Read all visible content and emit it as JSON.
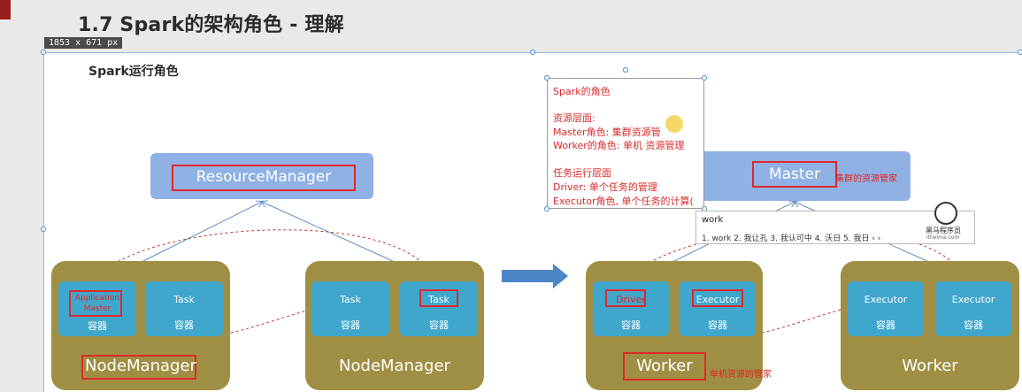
{
  "slide_title": "1.7 Spark的架构角色 - 理解",
  "dimension_tag": "1853 x 671  px",
  "section_heading": "Spark运行角色",
  "left": {
    "resource_manager": "ResourceManager",
    "node1": {
      "app_master_l1": "Application",
      "app_master_l2": "Master",
      "app_master_container": "容器",
      "task_label": "Task",
      "task_container": "容器",
      "name": "NodeManager"
    },
    "node2": {
      "task1_label": "Task",
      "task1_container": "容器",
      "task2_label": "Task",
      "task2_container": "容器",
      "name": "NodeManager"
    }
  },
  "right": {
    "master": "Master",
    "master_note": "集群的资源管家",
    "worker1": {
      "driver_label": "Driver",
      "driver_container": "容器",
      "executor_label": "Executor",
      "executor_container": "容器",
      "name": "Worker",
      "note": "单机资源的管家"
    },
    "worker2": {
      "exec1_label": "Executor",
      "exec1_container": "容器",
      "exec2_label": "Executor",
      "exec2_container": "容器",
      "name": "Worker"
    }
  },
  "note": {
    "l1": "Spark的角色",
    "l2": "资源层面:",
    "l3": "Master角色: 集群资源管",
    "l4": "Worker的角色: 单机 资源管理",
    "l5": "任务运行层面",
    "l6": "Driver: 单个任务的管理",
    "l7": "Executor角色, 单个任务的计算("
  },
  "ime": {
    "input": "work",
    "candidates": "1. work    2. 我让孔    3. 我认可中    4. 沃日    5. 我日    ‹ ›",
    "brand": "黑马程序员",
    "brand_url": "itheima.com"
  },
  "colors": {
    "accent_red": "#e02828",
    "olive": "#9f8f44",
    "cyan": "#3fa6cc",
    "blue": "#8fb1e4"
  }
}
